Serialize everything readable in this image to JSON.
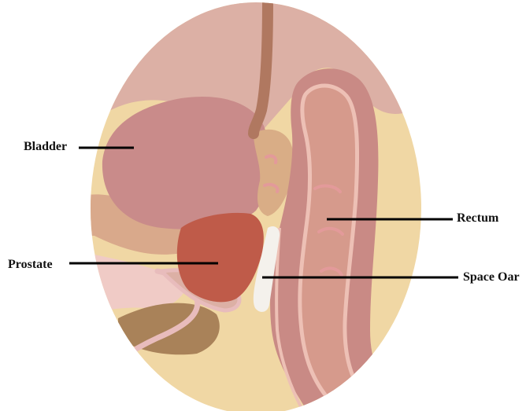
{
  "labels": {
    "bladder": "Bladder",
    "prostate": "Prostate",
    "rectum": "Rectum",
    "space_oar": "Space Oar"
  },
  "colors": {
    "background": "#ffffff",
    "ellipse_base": "#f0d7a4",
    "upper_tissue": "#d8aba0",
    "bladder": "#c98b8a",
    "prostate": "#bf5b49",
    "rectum_wall": "#c98a85",
    "rectum_lumen": "#d69a8c",
    "rectum_outline": "#edc0b5",
    "seminal_vesicle": "#d9ad86",
    "urethra": "#b07860",
    "space_oar_gel": "#f4f1ec",
    "pubic_bone": "#a98259",
    "skin_pink": "#f0cbc6",
    "label_text": "#111111",
    "leader_line": "#000000"
  }
}
